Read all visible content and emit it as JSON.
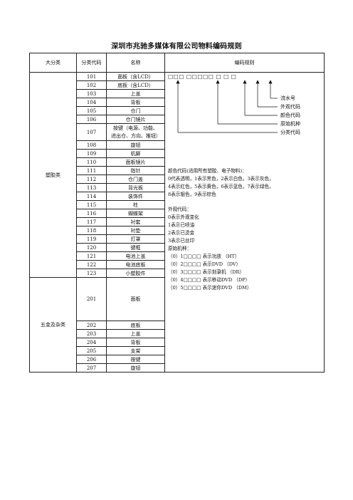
{
  "title": "深圳市兆驰多媒体有限公司物料编码规则",
  "headers": [
    "大分类",
    "分类代码",
    "名称",
    "编码规则"
  ],
  "groups": [
    {
      "category": "塑胶类",
      "rows": [
        {
          "code": "101",
          "name": "面板（含LCD）"
        },
        {
          "code": "102",
          "name": "底板（含LCD）"
        },
        {
          "code": "103",
          "name": "上盖"
        },
        {
          "code": "104",
          "name": "背板"
        },
        {
          "code": "105",
          "name": "仓门"
        },
        {
          "code": "106",
          "name": "仓门镜片"
        },
        {
          "code": "107",
          "name": "按键（电源、功能、进出仓、方向、推钮）"
        },
        {
          "code": "108",
          "name": "旋钮"
        },
        {
          "code": "109",
          "name": "机脚"
        },
        {
          "code": "110",
          "name": "面板镜片"
        },
        {
          "code": "111",
          "name": "指针"
        },
        {
          "code": "112",
          "name": "仓门盖"
        },
        {
          "code": "113",
          "name": "背光板"
        },
        {
          "code": "114",
          "name": "装饰件"
        },
        {
          "code": "115",
          "name": "柱"
        },
        {
          "code": "116",
          "name": "蝴蝶架"
        },
        {
          "code": "117",
          "name": "衬套"
        },
        {
          "code": "118",
          "name": "衬垫"
        },
        {
          "code": "119",
          "name": "灯罩"
        },
        {
          "code": "120",
          "name": "键框"
        },
        {
          "code": "121",
          "name": "电池上盖"
        },
        {
          "code": "122",
          "name": "电池底板"
        },
        {
          "code": "123",
          "name": "小塑胶件"
        }
      ]
    },
    {
      "category": "五金及杂类",
      "rows": [
        {
          "code": "201",
          "name": "面板"
        },
        {
          "code": "202",
          "name": "底板"
        },
        {
          "code": "203",
          "name": "上盖"
        },
        {
          "code": "204",
          "name": "背板"
        },
        {
          "code": "205",
          "name": "支架"
        },
        {
          "code": "206",
          "name": "按键"
        },
        {
          "code": "207",
          "name": "旋钮"
        }
      ]
    }
  ],
  "rule": {
    "boxes": "□□□ □□□□□ □ □ □",
    "legend": [
      "流水号",
      "外观代码",
      "颜色代码",
      "原始机种",
      "分类代码"
    ],
    "color_title": "颜色代码(适用所有塑胶、电子物料)：",
    "color_lines": [
      "0代表透明，1表示黑色，2表示白色，3表示灰色，",
      "4表示红色，5表示黄色，6表示蓝色，7表示绿色，",
      "8表示银色，9表示棕色"
    ],
    "appearance_title": "外观代码：",
    "appearance_lines": [
      "0表示外观变化",
      "1表示已喷油",
      "2表示已烫金",
      "3表示已丝印"
    ],
    "original_title": "原始机种：",
    "original_lines": [
      "（0）1□□□□ 表示功放      （HT）",
      "（0）2□□□□ 表示DVD       （DV）",
      "（0）3□□□□ 表示刻录机     （DR）",
      "（0）4□□□□ 表示移动DVD   （DP）",
      "（0）5□□□□ 表示迷你DVD   （DM）"
    ]
  }
}
